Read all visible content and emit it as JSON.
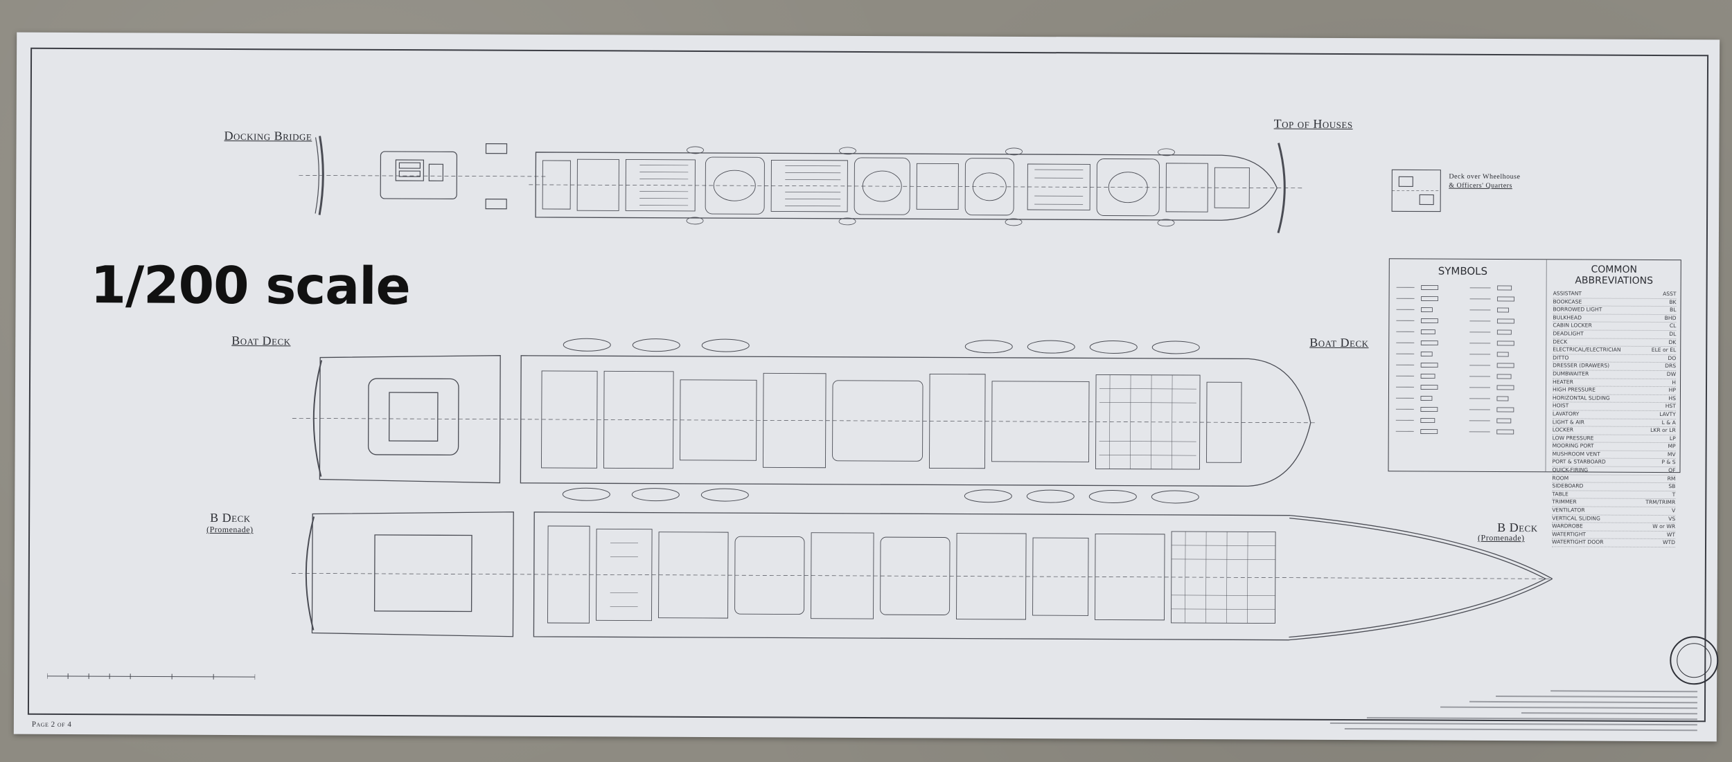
{
  "overlay": {
    "scale_text": "1/200 scale"
  },
  "labels": {
    "docking_bridge": "Docking Bridge",
    "top_of_houses": "Top of Houses",
    "boat_deck_left": "Boat Deck",
    "boat_deck_right": "Boat Deck",
    "b_deck_left": "B Deck",
    "b_deck_left_sub": "(Promenade)",
    "b_deck_right": "B Deck",
    "b_deck_right_sub": "(Promenade)",
    "deck_over_wheelhouse": "Deck over Wheelhouse",
    "officers_quarters": "& Officers' Quarters"
  },
  "legend": {
    "symbols_title": "SYMBOLS",
    "abbreviations_title_1": "COMMON",
    "abbreviations_title_2": "ABBREVIATIONS",
    "abbreviations": [
      {
        "term": "ASSISTANT",
        "abbr": "ASST"
      },
      {
        "term": "BOOKCASE",
        "abbr": "BK"
      },
      {
        "term": "BORROWED LIGHT",
        "abbr": "BL"
      },
      {
        "term": "BULKHEAD",
        "abbr": "BHD"
      },
      {
        "term": "CABIN LOCKER",
        "abbr": "CL"
      },
      {
        "term": "DEADLIGHT",
        "abbr": "DL"
      },
      {
        "term": "DECK",
        "abbr": "DK"
      },
      {
        "term": "ELECTRICAL/ELECTRICIAN",
        "abbr": "ELE or EL"
      },
      {
        "term": "DITTO",
        "abbr": "DO"
      },
      {
        "term": "DRESSER (DRAWERS)",
        "abbr": "DRS"
      },
      {
        "term": "DUMBWAITER",
        "abbr": "DW"
      },
      {
        "term": "HEATER",
        "abbr": "H"
      },
      {
        "term": "HIGH PRESSURE",
        "abbr": "HP"
      },
      {
        "term": "HORIZONTAL SLIDING",
        "abbr": "HS"
      },
      {
        "term": "HOIST",
        "abbr": "HST"
      },
      {
        "term": "LAVATORY",
        "abbr": "LAVTY"
      },
      {
        "term": "LIGHT & AIR",
        "abbr": "L & A"
      },
      {
        "term": "LOCKER",
        "abbr": "LKR or LR"
      },
      {
        "term": "LOW PRESSURE",
        "abbr": "LP"
      },
      {
        "term": "MOORING PORT",
        "abbr": "MP"
      },
      {
        "term": "MUSHROOM VENT",
        "abbr": "MV"
      },
      {
        "term": "PORT & STARBOARD",
        "abbr": "P & S"
      },
      {
        "term": "QUICK-FIRING",
        "abbr": "QF"
      },
      {
        "term": "ROOM",
        "abbr": "RM"
      },
      {
        "term": "SIDEBOARD",
        "abbr": "SB"
      },
      {
        "term": "TABLE",
        "abbr": "T"
      },
      {
        "term": "TRIMMER",
        "abbr": "TRM/TRIMR"
      },
      {
        "term": "VENTILATOR",
        "abbr": "V"
      },
      {
        "term": "VERTICAL SLIDING",
        "abbr": "VS"
      },
      {
        "term": "WARDROBE",
        "abbr": "W or WR"
      },
      {
        "term": "WATERTIGHT",
        "abbr": "WT"
      },
      {
        "term": "WATERTIGHT DOOR",
        "abbr": "WTD"
      }
    ]
  },
  "footer": {
    "page": "Page 2 of 4"
  },
  "colors": {
    "paper": "#e4e6ea",
    "ink": "#2b2d33",
    "scale_text": "#111111"
  }
}
